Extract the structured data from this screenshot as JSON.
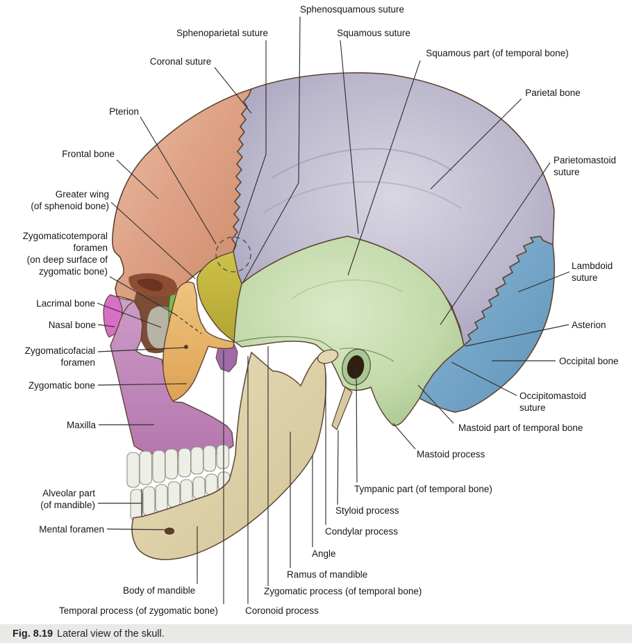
{
  "figure": {
    "caption_label": "Fig. 8.19",
    "caption_title": "Lateral view of the skull."
  },
  "labels": {
    "sphenosquamous_suture": "Sphenosquamous suture",
    "sphenoparietal_suture": "Sphenoparietal suture",
    "squamous_suture": "Squamous suture",
    "coronal_suture": "Coronal suture",
    "squamous_part": "Squamous part (of temporal bone)",
    "parietal_bone": "Parietal bone",
    "pterion": "Pterion",
    "frontal_bone": "Frontal bone",
    "greater_wing": "Greater wing\n(of sphenoid bone)",
    "zygomaticotemporal_foramen": "Zygomaticotemporal\nforamen\n(on deep surface of\nzygomatic bone)",
    "lacrimal_bone": "Lacrimal bone",
    "nasal_bone": "Nasal bone",
    "zygomaticofacial_foramen": "Zygomaticofacial\nforamen",
    "zygomatic_bone": "Zygomatic bone",
    "maxilla": "Maxilla",
    "alveolar_part": "Alveolar part\n(of mandible)",
    "mental_foramen": "Mental foramen",
    "parietomastoid_suture": "Parietomastoid\nsuture",
    "lambdoid_suture": "Lambdoid\nsuture",
    "asterion": "Asterion",
    "occipital_bone": "Occipital bone",
    "occipitomastoid_suture": "Occipitomastoid\nsuture",
    "mastoid_part": "Mastoid part of temporal bone",
    "mastoid_process": "Mastoid process",
    "tympanic_part": "Tympanic part (of temporal bone)",
    "styloid_process": "Styloid process",
    "condylar_process": "Condylar process",
    "angle": "Angle",
    "ramus_of_mandible": "Ramus of mandible",
    "zygomatic_process": "Zygomatic process (of temporal bone)",
    "body_of_mandible": "Body of mandible",
    "temporal_process": "Temporal process (of zygomatic bone)",
    "coronoid_process": "Coronoid process"
  },
  "colors": {
    "frontal_bone": "#dda084",
    "parietal_bone": "#b3afc8",
    "temporal_bone": "#bcd6a5",
    "occipital_bone": "#74aacd",
    "sphenoid_greater_wing": "#c3b63e",
    "zygomatic_bone": "#e9b464",
    "maxilla": "#bf85b8",
    "nasal_bone": "#d76fc4",
    "lacrimal_bone": "#b7b3a5",
    "mandible": "#ded3ae",
    "teeth": "#edeee6",
    "outline": "#5d4434",
    "leader_line": "#2f2f2f",
    "caption_bar_bg": "#e9e9e7",
    "background": "#ffffff"
  }
}
